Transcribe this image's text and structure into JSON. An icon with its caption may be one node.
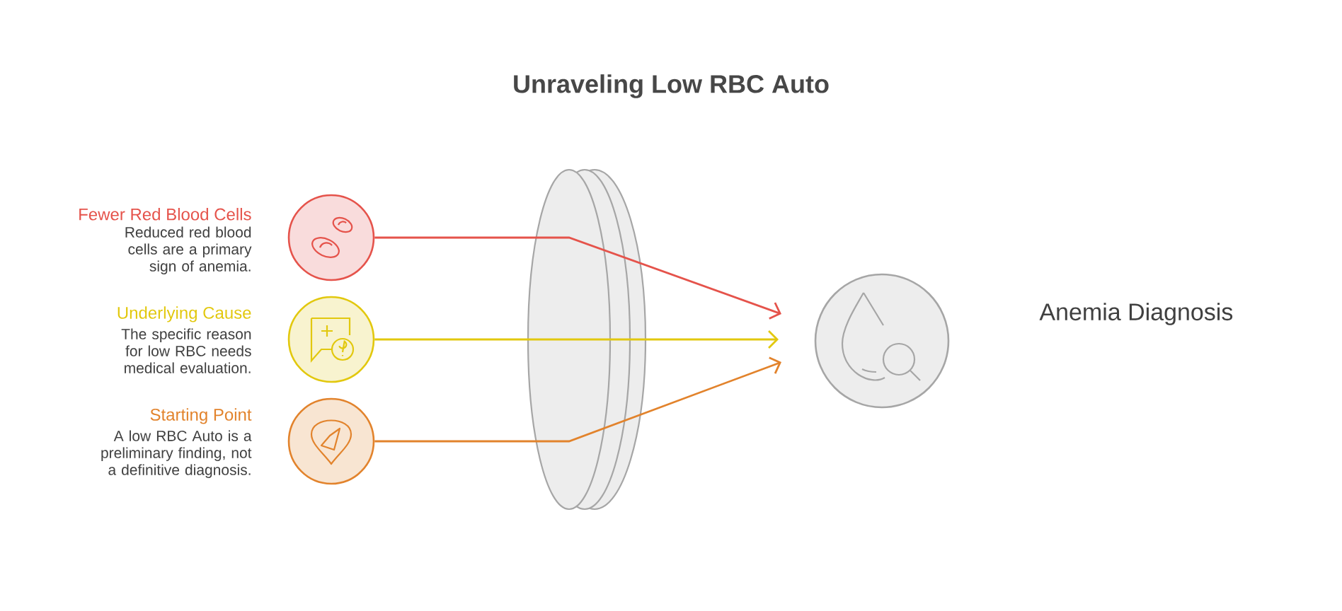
{
  "diagram": {
    "title": "Unraveling Low RBC Auto",
    "nodes": [
      {
        "text": [
          "Fewer Red Blood Cells",
          "Reduced red blood cells are a primary sign of anemia."
        ]
      },
      {
        "text": [
          "Underlying Cause",
          "The specific reason for low RBC needs medical evaluation."
        ]
      },
      {
        "text": [
          "Starting Point",
          "A low RBC Auto is a preliminary finding, not a definitive diagnosis."
        ]
      },
      {
        "text": [
          "Anemia Diagnosis"
        ]
      }
    ],
    "edges": [
      {
        "from": 0,
        "to": 3,
        "arrow": "to",
        "color": "#e5534b"
      },
      {
        "from": 1,
        "to": 3,
        "arrow": "to",
        "color": "#e2c80e"
      },
      {
        "from": 2,
        "to": 3,
        "arrow": "to",
        "color": "#e2832c"
      }
    ]
  }
}
